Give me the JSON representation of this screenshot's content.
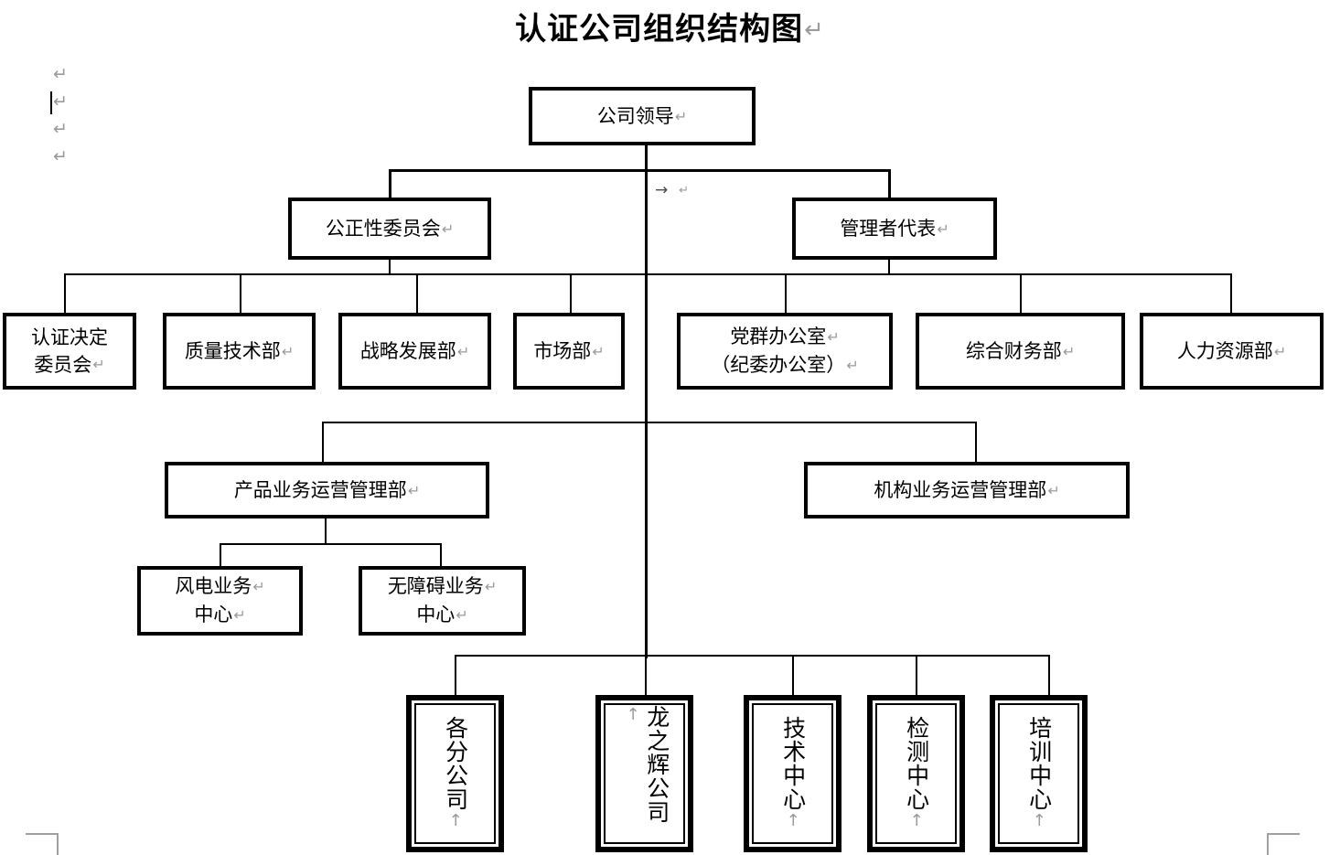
{
  "document": {
    "title": "认证公司组织结构图",
    "pilcrow": "↵",
    "tab_mark": "→",
    "vertical_pilcrow": "↑"
  },
  "editor_marks": {
    "top_left_paragraphs": [
      "↵",
      "↵",
      "↵",
      "↵"
    ],
    "middle_tab": "→",
    "middle_pilcrow": "↵"
  },
  "chart_data": {
    "type": "diagram",
    "title": "认证公司组织结构图",
    "levels": [
      {
        "level": 1,
        "nodes": [
          {
            "id": "company-leadership",
            "label": "公司领导",
            "lines": [
              "公司领导"
            ]
          }
        ]
      },
      {
        "level": 2,
        "nodes": [
          {
            "id": "impartiality-committee",
            "label": "公正性委员会",
            "lines": [
              "公正性委员会"
            ]
          },
          {
            "id": "management-representative",
            "label": "管理者代表",
            "lines": [
              "管理者代表"
            ]
          }
        ]
      },
      {
        "level": 3,
        "nodes": [
          {
            "id": "certification-decision-committee",
            "label": "认证决定委员会",
            "lines": [
              "认证决定",
              "委员会"
            ]
          },
          {
            "id": "quality-technology-dept",
            "label": "质量技术部",
            "lines": [
              "质量技术部"
            ]
          },
          {
            "id": "strategy-development-dept",
            "label": "战略发展部",
            "lines": [
              "战略发展部"
            ]
          },
          {
            "id": "marketing-dept",
            "label": "市场部",
            "lines": [
              "市场部"
            ]
          },
          {
            "id": "party-affairs-office",
            "label": "党群办公室（纪委办公室）",
            "lines": [
              "党群办公室",
              "（纪委办公室）"
            ]
          },
          {
            "id": "finance-dept",
            "label": "综合财务部",
            "lines": [
              "综合财务部"
            ]
          },
          {
            "id": "human-resources-dept",
            "label": "人力资源部",
            "lines": [
              "人力资源部"
            ]
          }
        ]
      },
      {
        "level": 4,
        "nodes": [
          {
            "id": "product-business-operations-dept",
            "label": "产品业务运营管理部",
            "lines": [
              "产品业务运营管理部"
            ]
          },
          {
            "id": "institutional-business-operations-dept",
            "label": "机构业务运营管理部",
            "lines": [
              "机构业务运营管理部"
            ]
          }
        ]
      },
      {
        "level": 5,
        "nodes": [
          {
            "id": "wind-power-business-center",
            "label": "风电业务中心",
            "lines": [
              "风电业务",
              "中心"
            ]
          },
          {
            "id": "accessibility-business-center",
            "label": "无障碍业务中心",
            "lines": [
              "无障碍业务",
              "中心"
            ]
          }
        ]
      },
      {
        "level": 6,
        "orientation": "vertical",
        "nodes": [
          {
            "id": "branch-companies",
            "label": "各分公司"
          },
          {
            "id": "longzhihui-company",
            "label": "龙之辉公司"
          },
          {
            "id": "technology-center",
            "label": "技术中心"
          },
          {
            "id": "testing-center",
            "label": "检测中心"
          },
          {
            "id": "training-center",
            "label": "培训中心"
          }
        ]
      }
    ],
    "edges": [
      {
        "from": "company-leadership",
        "to": "impartiality-committee"
      },
      {
        "from": "company-leadership",
        "to": "management-representative"
      },
      {
        "from": "impartiality-committee",
        "to": "certification-decision-committee"
      },
      {
        "from": "management-representative",
        "to": "quality-technology-dept"
      },
      {
        "from": "management-representative",
        "to": "strategy-development-dept"
      },
      {
        "from": "management-representative",
        "to": "marketing-dept"
      },
      {
        "from": "management-representative",
        "to": "party-affairs-office"
      },
      {
        "from": "management-representative",
        "to": "finance-dept"
      },
      {
        "from": "management-representative",
        "to": "human-resources-dept"
      },
      {
        "from": "company-leadership",
        "to": "product-business-operations-dept"
      },
      {
        "from": "company-leadership",
        "to": "institutional-business-operations-dept"
      },
      {
        "from": "product-business-operations-dept",
        "to": "wind-power-business-center"
      },
      {
        "from": "product-business-operations-dept",
        "to": "accessibility-business-center"
      },
      {
        "from": "company-leadership",
        "to": "branch-companies"
      },
      {
        "from": "company-leadership",
        "to": "longzhihui-company"
      },
      {
        "from": "company-leadership",
        "to": "technology-center"
      },
      {
        "from": "company-leadership",
        "to": "testing-center"
      },
      {
        "from": "company-leadership",
        "to": "training-center"
      }
    ],
    "colors": {
      "box_border": "#000000",
      "text": "#000000",
      "background": "#ffffff",
      "mark": "#9a9a9a",
      "boundary": "#a0a0a0"
    }
  }
}
